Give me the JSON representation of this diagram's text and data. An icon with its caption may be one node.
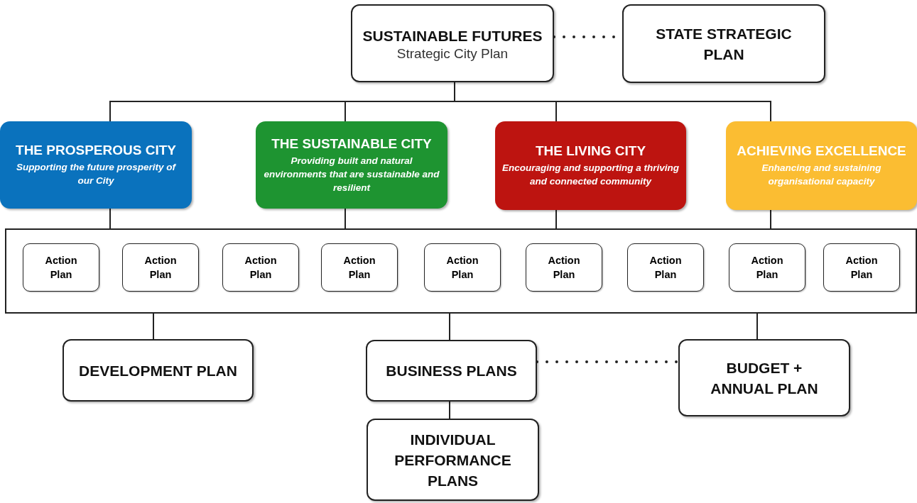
{
  "diagram": {
    "nodes": [
      {
        "text": [
          "SUSTAINABLE FUTURES",
          "Strategic City Plan"
        ]
      },
      {
        "text": [
          "STATE STRATEGIC PLAN"
        ]
      },
      {
        "text": [
          "THE PROSPEROUS CITY",
          "Supporting the future prosperity of our City"
        ]
      },
      {
        "text": [
          "THE SUSTAINABLE CITY",
          "Providing built and natural environments that are sustainable and resilient"
        ]
      },
      {
        "text": [
          "THE LIVING CITY",
          "Encouraging and supporting a thriving and connected community"
        ]
      },
      {
        "text": [
          "ACHIEVING EXCELLENCE",
          "Enhancing and sustaining organisational capacity"
        ]
      },
      {
        "text": [],
        "shape": "box"
      },
      {
        "text": [
          "Action Plan"
        ],
        "in": 6
      },
      {
        "text": [
          "Action Plan"
        ],
        "in": 6
      },
      {
        "text": [
          "Action Plan"
        ],
        "in": 6
      },
      {
        "text": [
          "Action Plan"
        ],
        "in": 6
      },
      {
        "text": [
          "Action Plan"
        ],
        "in": 6
      },
      {
        "text": [
          "Action Plan"
        ],
        "in": 6
      },
      {
        "text": [
          "Action Plan"
        ],
        "in": 6
      },
      {
        "text": [
          "Action Plan"
        ],
        "in": 6
      },
      {
        "text": [
          "Action Plan"
        ],
        "in": 6
      },
      {
        "text": [
          "DEVELOPMENT PLAN"
        ]
      },
      {
        "text": [
          "BUSINESS PLANS"
        ]
      },
      {
        "text": [
          "BUDGET + ANNUAL PLAN"
        ]
      },
      {
        "text": [
          "INDIVIDUAL PERFORMANCE PLANS"
        ]
      }
    ],
    "edges": [
      {
        "from": 0,
        "to": 1,
        "arrow": "none",
        "style": "dashed"
      },
      {
        "from": 0,
        "to": 2,
        "arrow": "none"
      },
      {
        "from": 0,
        "to": 3,
        "arrow": "none"
      },
      {
        "from": 0,
        "to": 4,
        "arrow": "none"
      },
      {
        "from": 0,
        "to": 5,
        "arrow": "none"
      },
      {
        "from": 2,
        "to": 6,
        "arrow": "none"
      },
      {
        "from": 3,
        "to": 6,
        "arrow": "none"
      },
      {
        "from": 4,
        "to": 6,
        "arrow": "none"
      },
      {
        "from": 5,
        "to": 6,
        "arrow": "none"
      },
      {
        "from": 6,
        "to": 16,
        "arrow": "none"
      },
      {
        "from": 6,
        "to": 17,
        "arrow": "none"
      },
      {
        "from": 6,
        "to": 18,
        "arrow": "none"
      },
      {
        "from": 17,
        "to": 19,
        "arrow": "none"
      },
      {
        "from": 17,
        "to": 18,
        "arrow": "none",
        "style": "dashed"
      }
    ]
  }
}
